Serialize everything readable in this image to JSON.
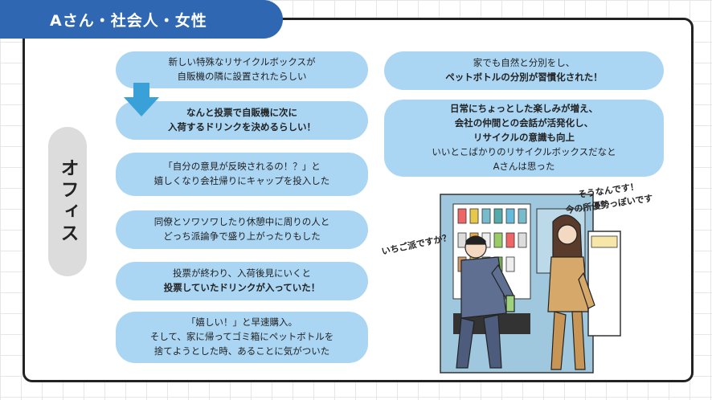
{
  "header": {
    "title": "Aさん・社会人・女性"
  },
  "location": {
    "label": "オフィス"
  },
  "left_bubbles": [
    {
      "lines": [
        "新しい特殊なリサイクルボックスが",
        "自販機の隣に設置されたらしい"
      ]
    },
    {
      "lines": [
        "なんと投票で自販機に次に",
        "入荷するドリンクを決めるらしい！"
      ]
    },
    {
      "lines": [
        "「自分の意見が反映されるの！？」と",
        "嬉しくなり会社帰りにキャップを投入した"
      ]
    },
    {
      "lines": [
        "同僚とソワソワしたり休憩中に周りの人と",
        "どっち派論争で盛り上がったりもした"
      ]
    },
    {
      "lines": [
        "投票が終わり、入荷後見にいくと",
        "投票していたドリンクが入っていた！"
      ]
    },
    {
      "lines": [
        "「嬉しい！」と早速購入。",
        "そして、家に帰ってゴミ箱にペットボトルを",
        "捨てようとした時、あることに気がついた"
      ]
    }
  ],
  "right_bubbles": [
    {
      "lines": [
        "家でも自然と分別をし、",
        "ペットボトルの分別が習慣化された！"
      ]
    },
    {
      "lines": [
        "日常にちょっとした楽しみが増え、",
        "会社の仲間との会話が活発化し、",
        "リサイクルの意識も向上",
        "いいとこばかりのリサイクルボックスだなと",
        "Aさんは思った"
      ]
    }
  ],
  "illustration": {
    "speech_man": "いちご派ですか？",
    "speech_woman": [
      "そうなんです！",
      "今の所優勢っぽいです"
    ]
  },
  "colors": {
    "accent": "#2f67b3",
    "bubble": "#aad6f4",
    "arrow": "#3aa0d8"
  }
}
